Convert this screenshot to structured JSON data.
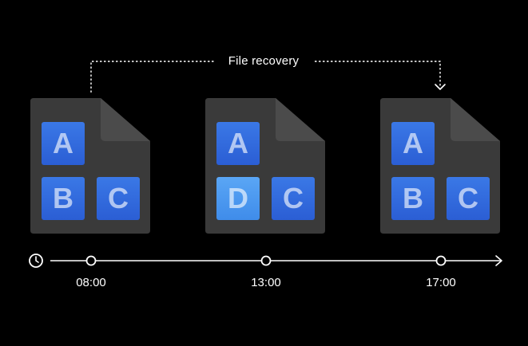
{
  "recovery_label": "File recovery",
  "colors": {
    "background": "#000000",
    "document": "#3a3a3a",
    "document_fold": "#4a4a4a",
    "block_blue": "#3369df",
    "block_light": "#4e9bf1",
    "line": "#ffffff"
  },
  "timeline": {
    "icon": "clock-icon",
    "arrow_icon": "arrow-right-icon"
  },
  "snapshots": [
    {
      "time": "08:00",
      "blocks": [
        "A",
        "B",
        "C"
      ],
      "changed": [
        false,
        false,
        false
      ]
    },
    {
      "time": "13:00",
      "blocks": [
        "A",
        "D",
        "C"
      ],
      "changed": [
        false,
        true,
        false
      ]
    },
    {
      "time": "17:00",
      "blocks": [
        "A",
        "B",
        "C"
      ],
      "changed": [
        false,
        false,
        false
      ]
    }
  ]
}
